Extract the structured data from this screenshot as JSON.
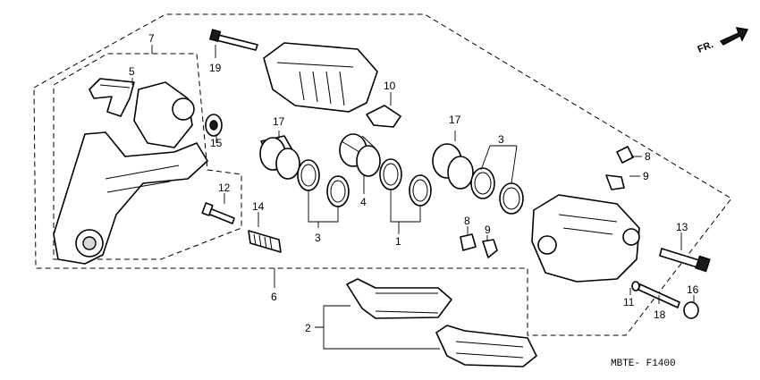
{
  "labels": {
    "p1": "1",
    "p2": "2",
    "p3a": "3",
    "p3b": "3",
    "p4": "4",
    "p5": "5",
    "p6": "6",
    "p7": "7",
    "p8a": "8",
    "p8b": "8",
    "p9a": "9",
    "p9b": "9",
    "p10": "10",
    "p11": "11",
    "p12": "12",
    "p13": "13",
    "p14": "14",
    "p15": "15",
    "p16": "16",
    "p17a": "17",
    "p17b": "17",
    "p18": "18",
    "p19": "19"
  },
  "direction_label": "FR.",
  "diagram_code": "MBTE- F1400",
  "colors": {
    "line": "#000000",
    "background": "#ffffff"
  },
  "icons": {
    "direction": "front-direction-arrow-icon"
  }
}
